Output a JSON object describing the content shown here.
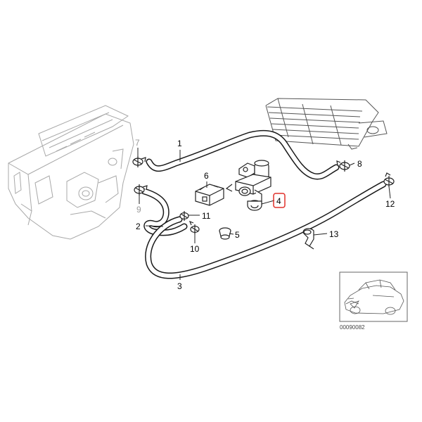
{
  "diagram": {
    "callouts": {
      "c1": "1",
      "c2": "2",
      "c3": "3",
      "c4": "4",
      "c5": "5",
      "c6": "6",
      "c7": "7",
      "c8": "8",
      "c9": "9",
      "c10": "10",
      "c11": "11",
      "c12": "12",
      "c13": "13"
    },
    "highlighted_callout": "4",
    "highlight_color": "#e0302a",
    "reference_code": "00090082"
  }
}
